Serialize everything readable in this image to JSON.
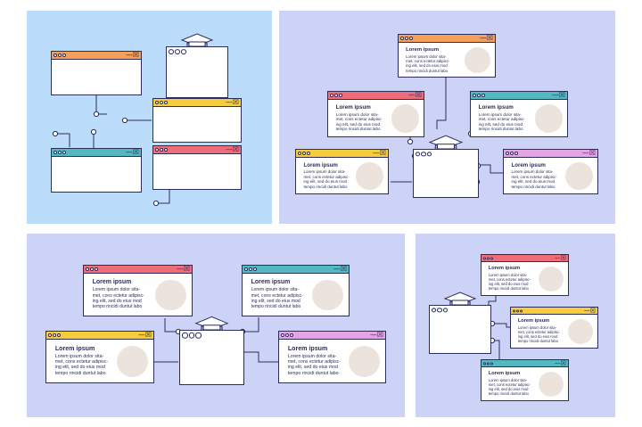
{
  "colors": {
    "outline": "#2b2d5c",
    "light_blue_bg": "#bcdcfb",
    "lavender_bg": "#cdd2f7",
    "orange": "#f2a05a",
    "yellow": "#f5cd3c",
    "teal": "#53b8c0",
    "red": "#ee6d78",
    "pink": "#e7a4e5",
    "purple": "#a6a6ef",
    "avatar_circle": "#ece4dc",
    "face": "#ffffff"
  },
  "icons": [
    "graduation-cap-icon",
    "student-avatar-icon",
    "laptop-icon",
    "window-dots-icon",
    "minimize-icon",
    "close-icon",
    "connector-node-icon"
  ],
  "card_text": {
    "title": "Lorem ipsum",
    "line1": "Lorem ipsum dolor sita-",
    "line2": "met, cons ectetur adipisc-",
    "line3": "ing elit, sed do eius mod",
    "line4": "tempo rincidi duntut labo"
  },
  "window_controls": "—☒"
}
